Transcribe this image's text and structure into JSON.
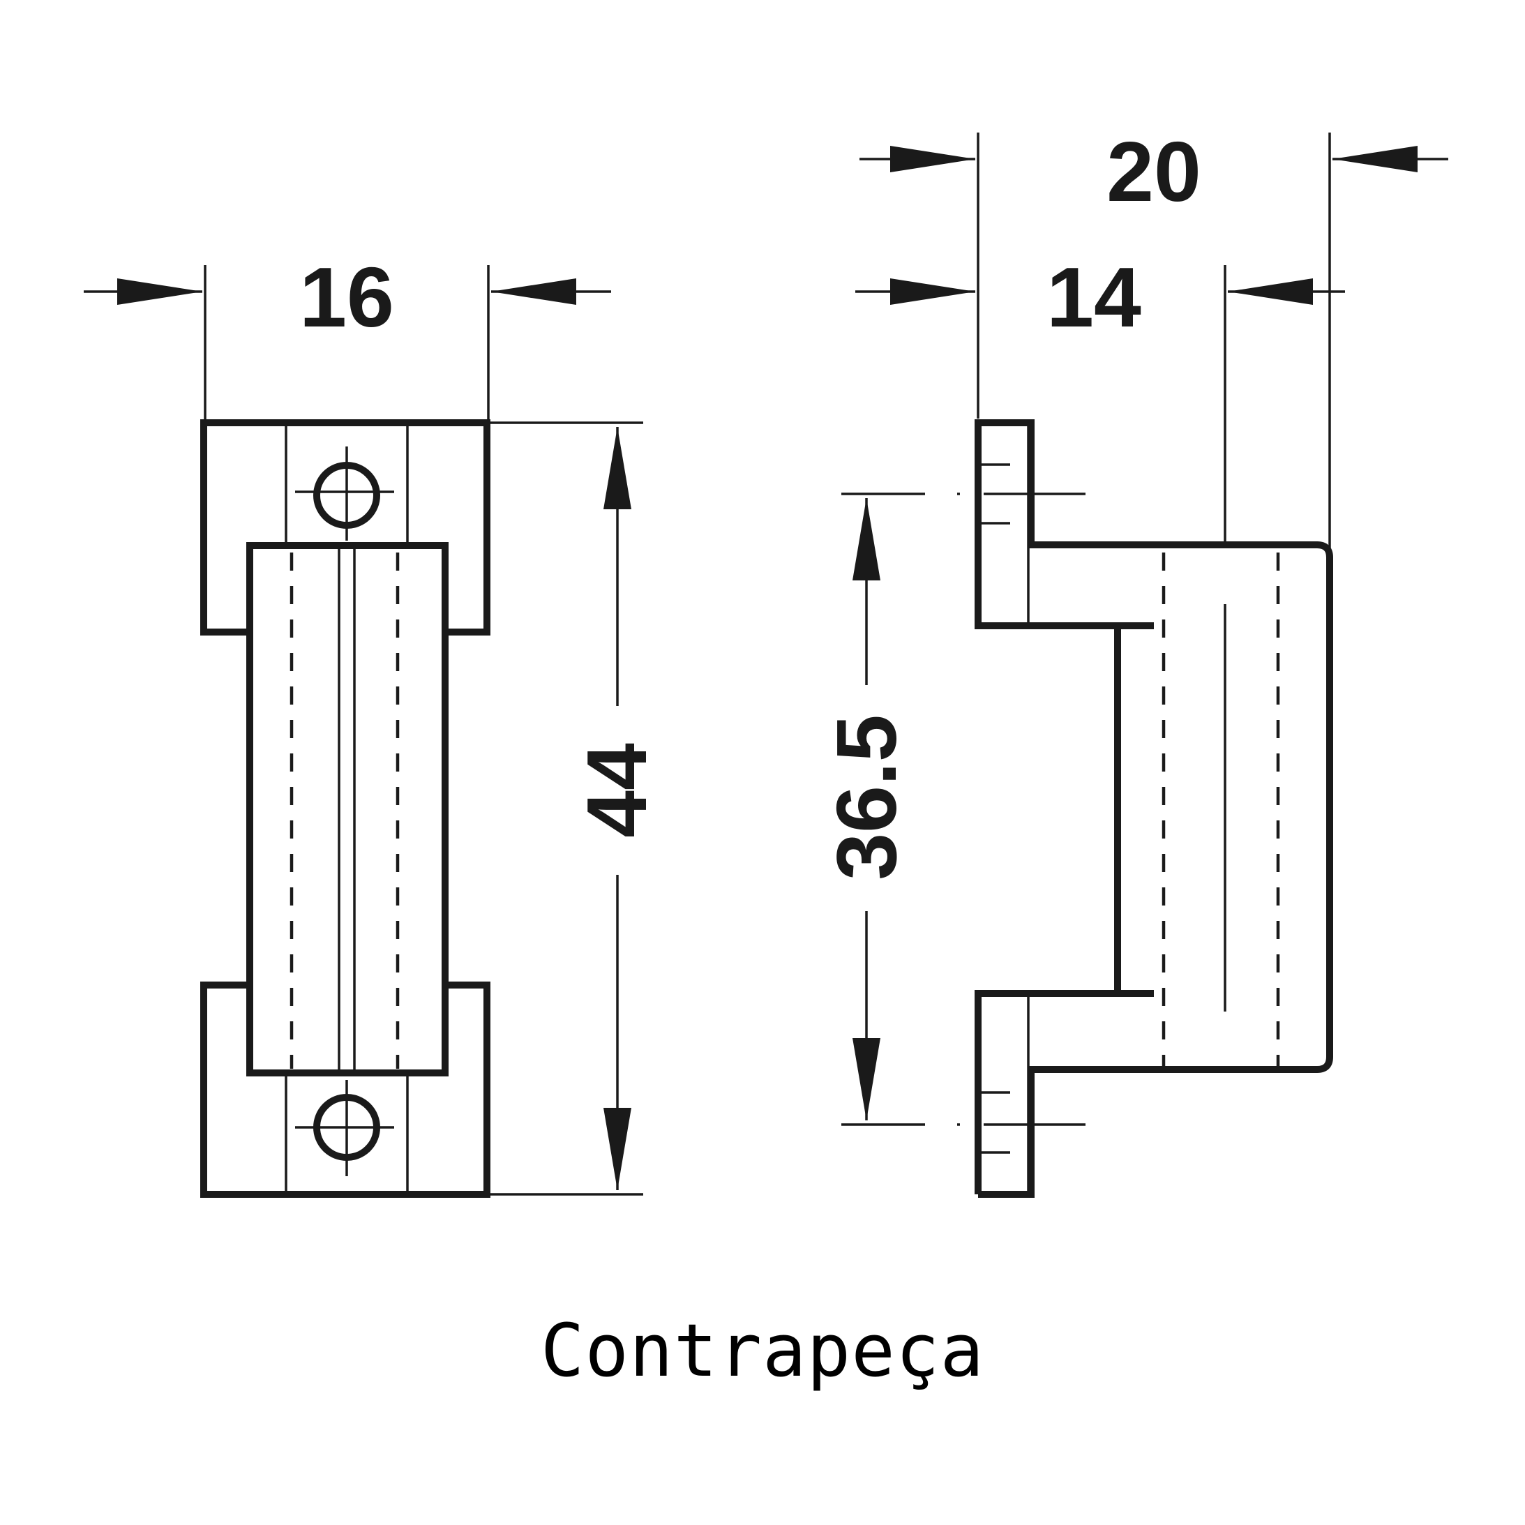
{
  "caption": "Contrapeça",
  "dimensions": {
    "front_width": "16",
    "front_height": "44",
    "side_total_width": "20",
    "side_inner_width": "14",
    "side_height": "36.5"
  }
}
